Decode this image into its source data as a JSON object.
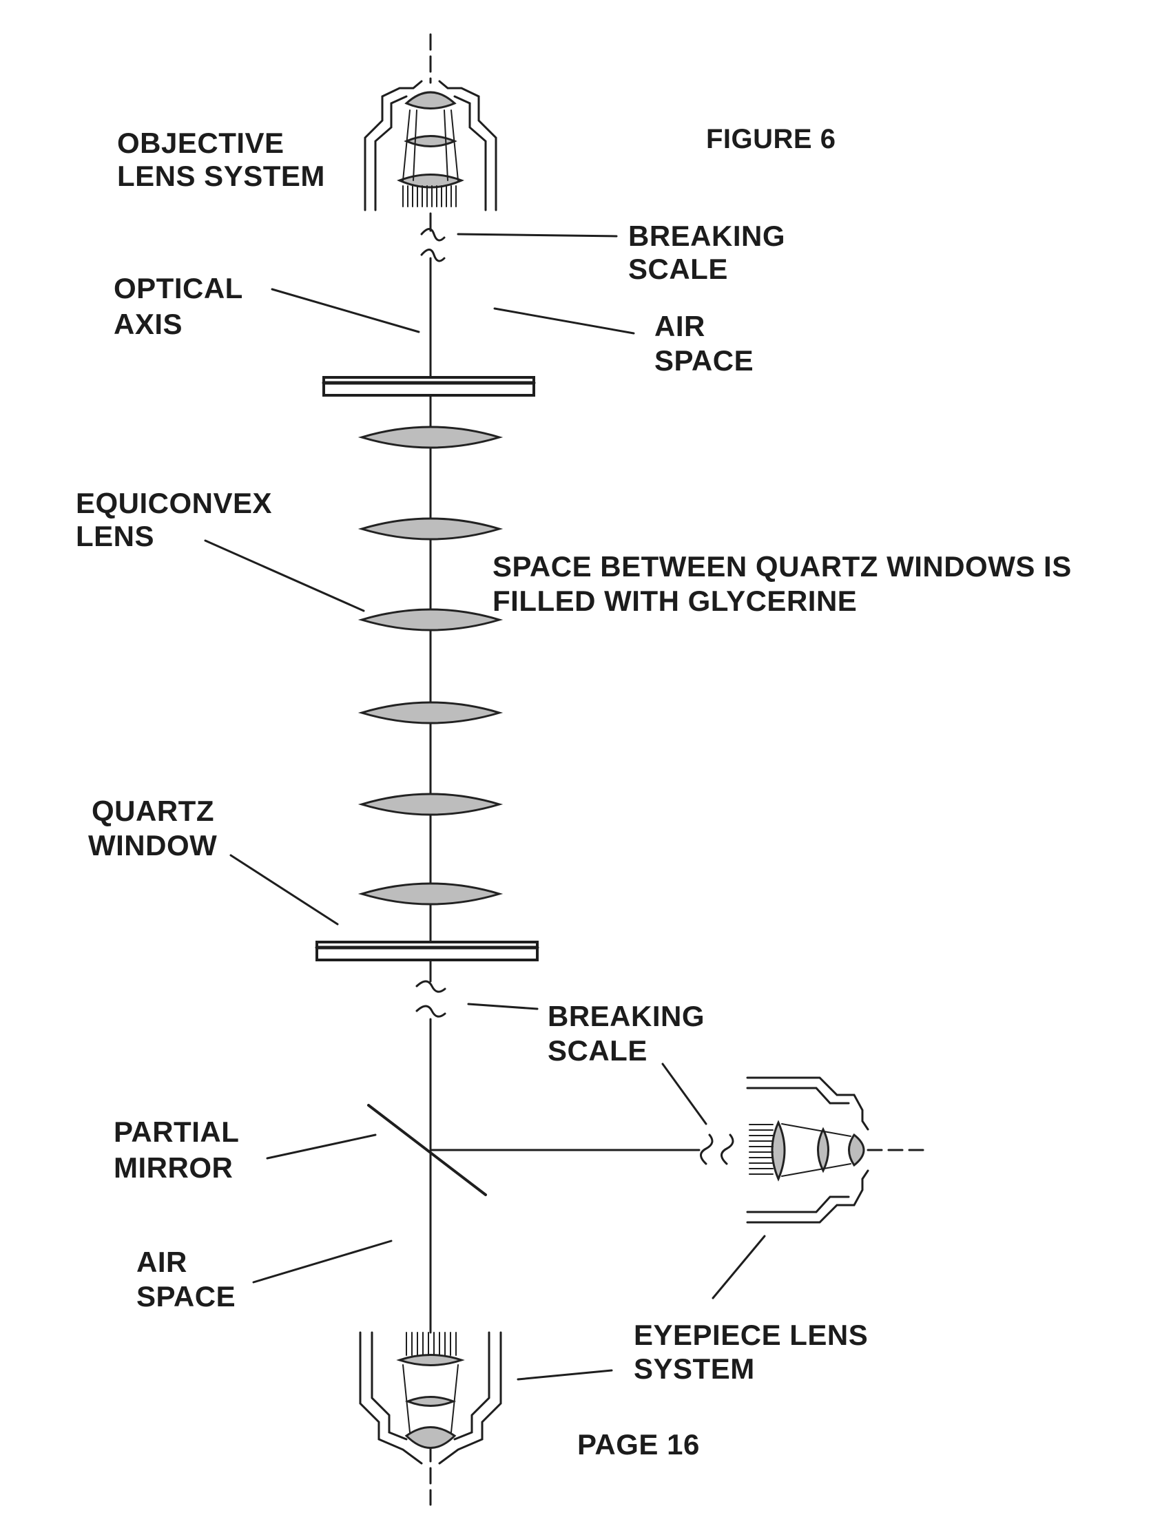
{
  "figure_title": "FIGURE 6",
  "page_number": "PAGE  16",
  "labels": {
    "objective_line1": "OBJECTIVE",
    "objective_line2": "LENS SYSTEM",
    "breaking_scale_top_line1": "BREAKING",
    "breaking_scale_top_line2": "SCALE",
    "optical_axis_line1": "OPTICAL",
    "optical_axis_line2": "AXIS",
    "air_space_top_line1": "AIR",
    "air_space_top_line2": "SPACE",
    "equiconvex_line1": "EQUICONVEX",
    "equiconvex_line2": "LENS",
    "glycerine_line1": "SPACE BETWEEN QUARTZ WINDOWS IS",
    "glycerine_line2": "FILLED WITH GLYCERINE",
    "quartz_line1": "QUARTZ",
    "quartz_line2": "WINDOW",
    "breaking_scale_bottom_line1": "BREAKING",
    "breaking_scale_bottom_line2": "SCALE",
    "partial_mirror_line1": "PARTIAL",
    "partial_mirror_line2": "MIRROR",
    "air_space_bottom_line1": "AIR",
    "air_space_bottom_line2": "SPACE",
    "eyepiece_line1": "EYEPIECE LENS",
    "eyepiece_line2": "SYSTEM"
  },
  "colors": {
    "ink": "#1e1e1e",
    "lens_fill": "#bdbdbd",
    "paper": "#ffffff"
  }
}
